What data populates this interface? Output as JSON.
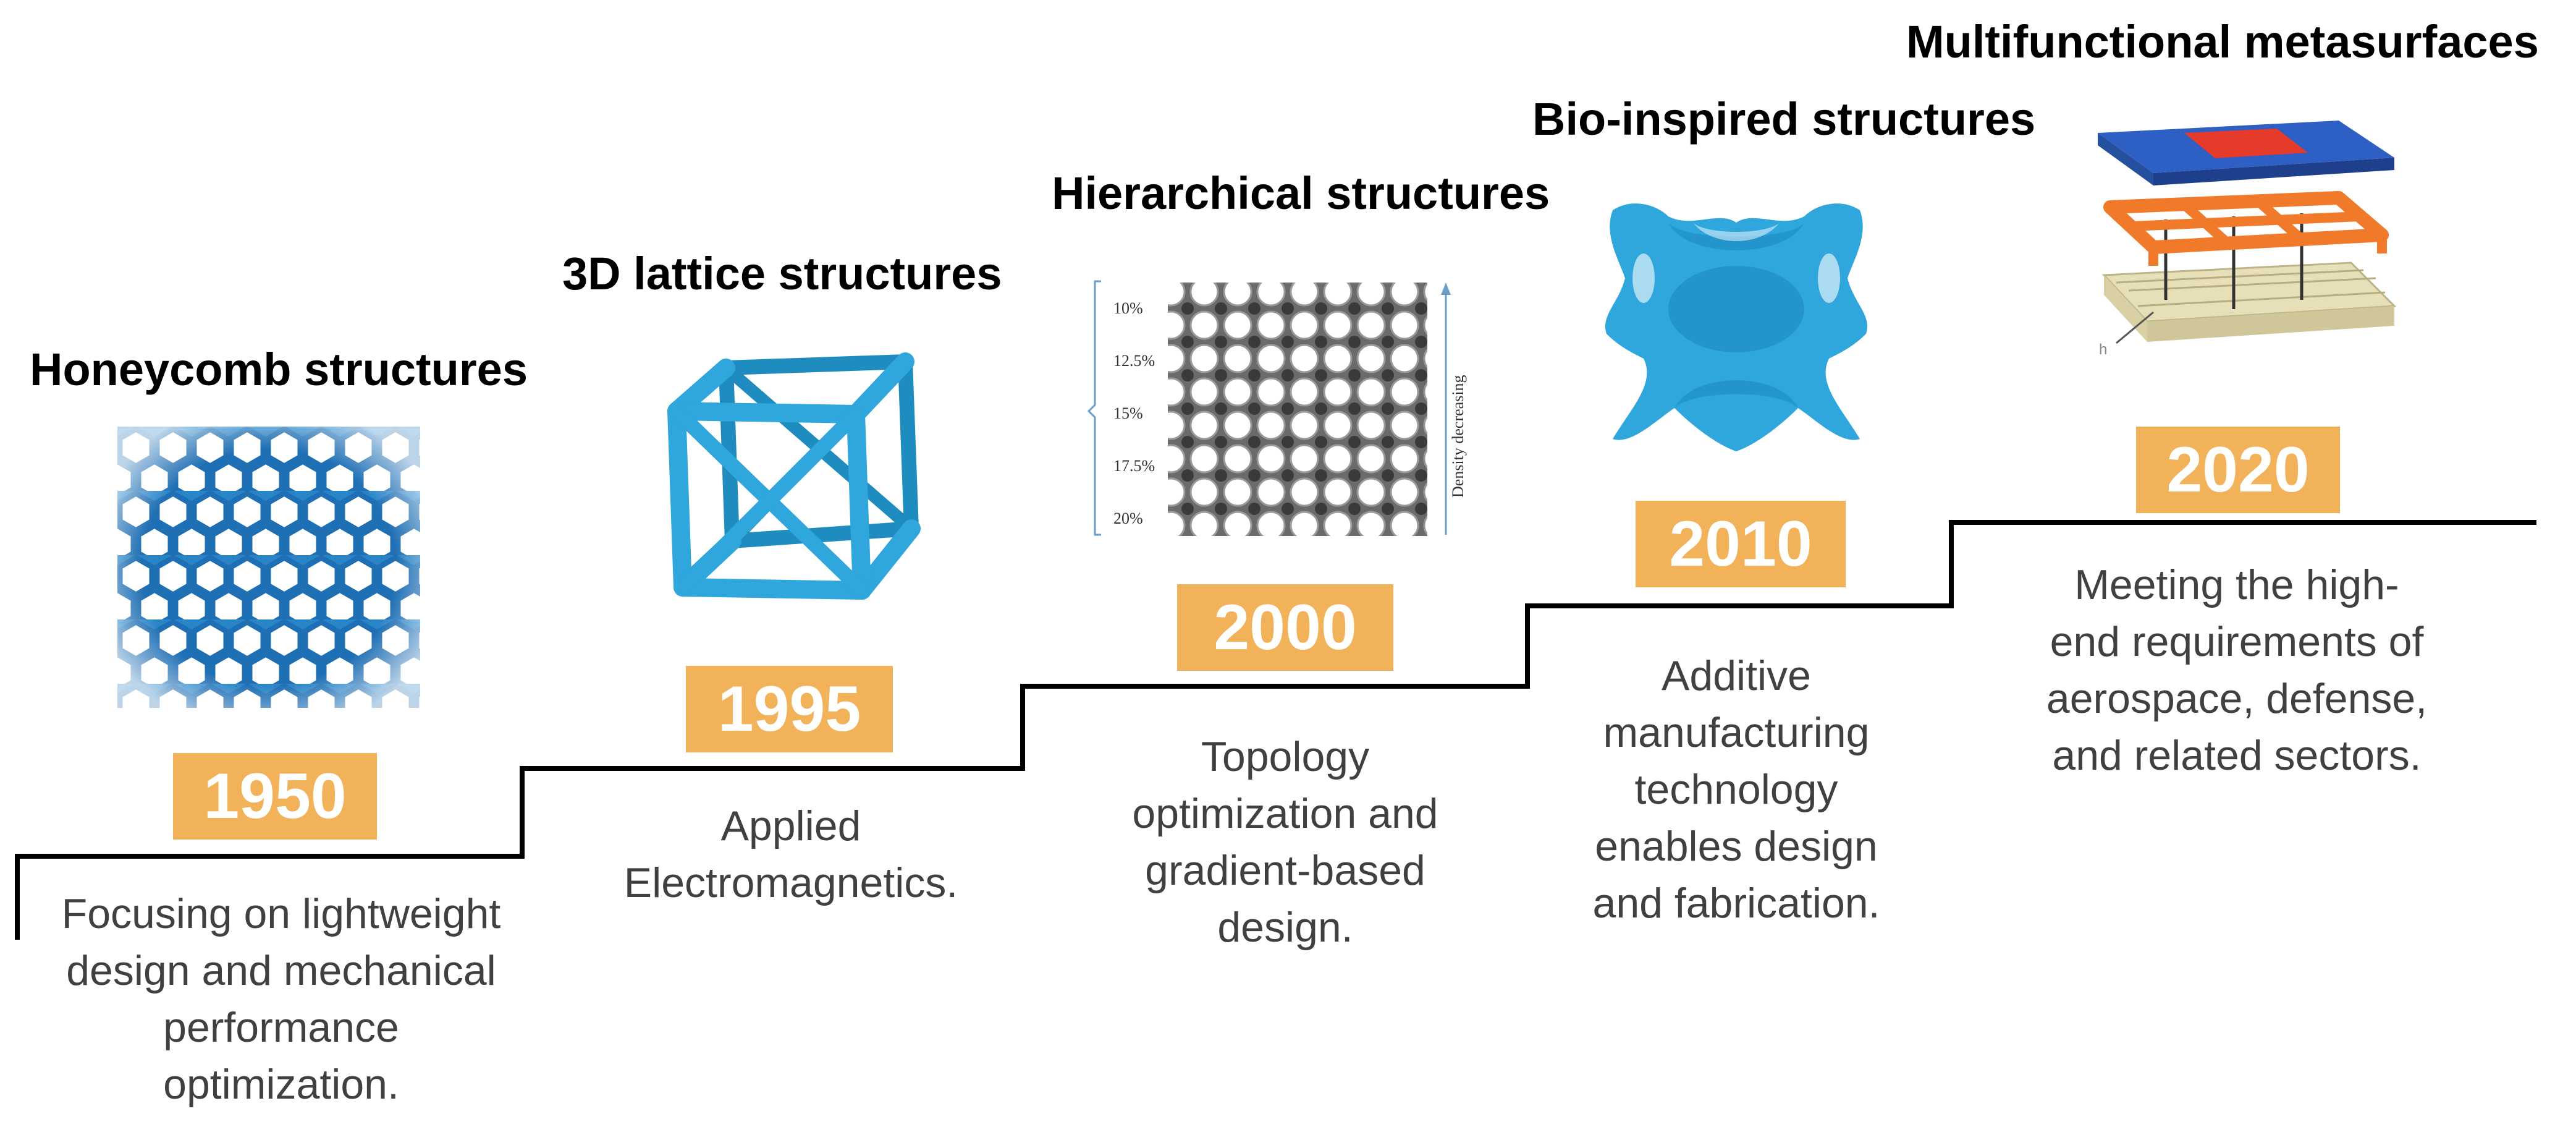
{
  "colors": {
    "year_badge": "#f2b25a",
    "year_text": "#ffffff",
    "structure_blue": "#2fa6dc",
    "honeycomb_blue": "#1f6fb4",
    "stair_line": "#000000",
    "description_text": "#404040"
  },
  "milestones": [
    {
      "title": "Honeycomb structures",
      "year": "1950",
      "description_lines": [
        "Focusing on lightweight",
        "design and mechanical",
        "performance",
        "optimization."
      ],
      "image_icon": "honeycomb-structure-image"
    },
    {
      "title": "3D lattice structures",
      "year": "1995",
      "description_lines": [
        "Applied",
        "Electromagnetics."
      ],
      "image_icon": "lattice-cube-image"
    },
    {
      "title": "Hierarchical structures",
      "year": "2000",
      "description_lines": [
        "Topology",
        "optimization and",
        "gradient-based",
        "design."
      ],
      "image_icon": "graded-lattice-image",
      "image_labels": {
        "density_levels": [
          "10%",
          "12.5%",
          "15%",
          "17.5%",
          "20%"
        ],
        "arrow_label": "Density decreasing"
      }
    },
    {
      "title": "Bio-inspired structures",
      "year": "2010",
      "description_lines": [
        "Additive",
        "manufacturing",
        "technology",
        "enables design",
        "and fabrication."
      ],
      "image_icon": "gyroid-structure-image"
    },
    {
      "title": "Multifunctional metasurfaces",
      "year": "2020",
      "description_lines": [
        "Meeting the high-",
        "end requirements of",
        "aerospace, defense,",
        "and related sectors."
      ],
      "image_icon": "metasurface-stack-image"
    }
  ]
}
